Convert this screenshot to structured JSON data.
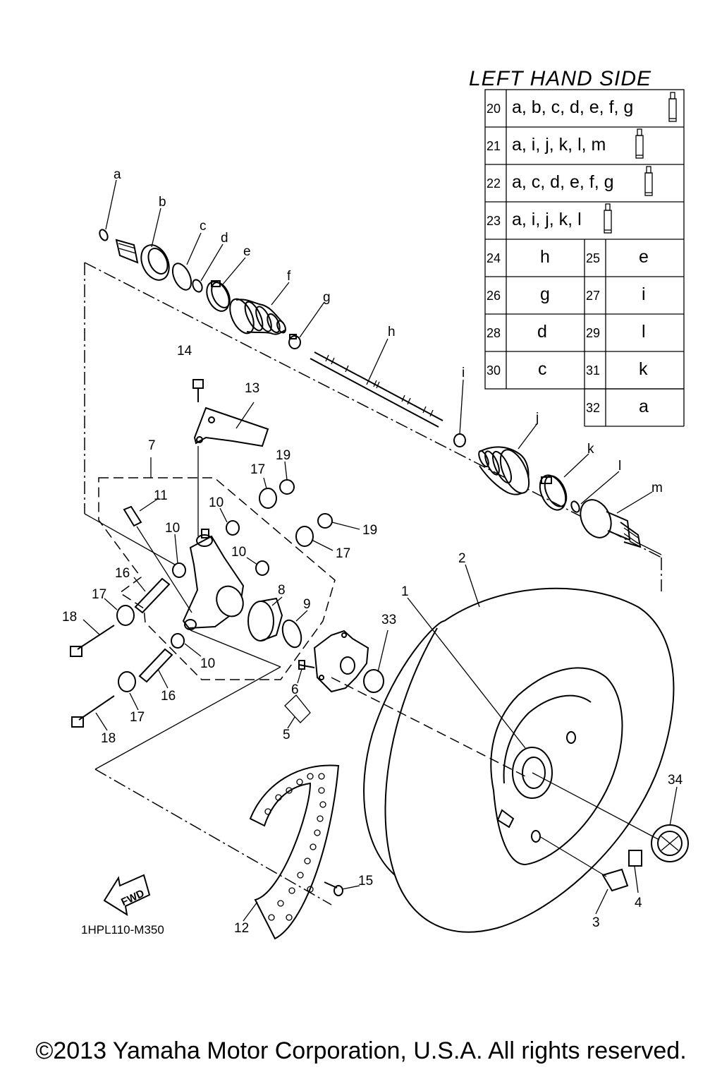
{
  "table": {
    "title": "LEFT HAND SIDE",
    "kit_rows": [
      {
        "num": "20",
        "parts": "a, b, c, d, e, f, g",
        "grease_icon": "grease-tube-icon"
      },
      {
        "num": "21",
        "parts": "a, i, j, k, l, m",
        "grease_icon": "grease-tube-icon"
      },
      {
        "num": "22",
        "parts": "a, c, d, e, f, g",
        "grease_icon": "grease-tube-icon"
      },
      {
        "num": "23",
        "parts": "a, i, j, k, l",
        "grease_icon": "grease-tube-icon"
      }
    ],
    "pair_rows": [
      {
        "n1": "24",
        "v1": "h",
        "n2": "25",
        "v2": "e"
      },
      {
        "n1": "26",
        "v1": "g",
        "n2": "27",
        "v2": "i"
      },
      {
        "n1": "28",
        "v1": "d",
        "n2": "29",
        "v2": "l"
      },
      {
        "n1": "30",
        "v1": "c",
        "n2": "31",
        "v2": "k"
      }
    ],
    "last_row": {
      "n": "32",
      "v": "a"
    }
  },
  "labels": {
    "a": "a",
    "b": "b",
    "c": "c",
    "d": "d",
    "e": "e",
    "f": "f",
    "g": "g",
    "h": "h",
    "i": "i",
    "j": "j",
    "k": "k",
    "l": "l",
    "m": "m",
    "n1": "1",
    "n2": "2",
    "n3": "3",
    "n4": "4",
    "n5": "5",
    "n6": "6",
    "n7": "7",
    "n8": "8",
    "n9": "9",
    "n10": "10",
    "n11": "11",
    "n12": "12",
    "n13": "13",
    "n14": "14",
    "n15": "15",
    "n16": "16",
    "n17": "17",
    "n18": "18",
    "n19": "19",
    "n33": "33",
    "n34": "34"
  },
  "fwd_label": "FWD",
  "diagram_code": "1HPL110-M350",
  "copyright": "©2013 Yamaha Motor Corporation, U.S.A. All rights reserved."
}
